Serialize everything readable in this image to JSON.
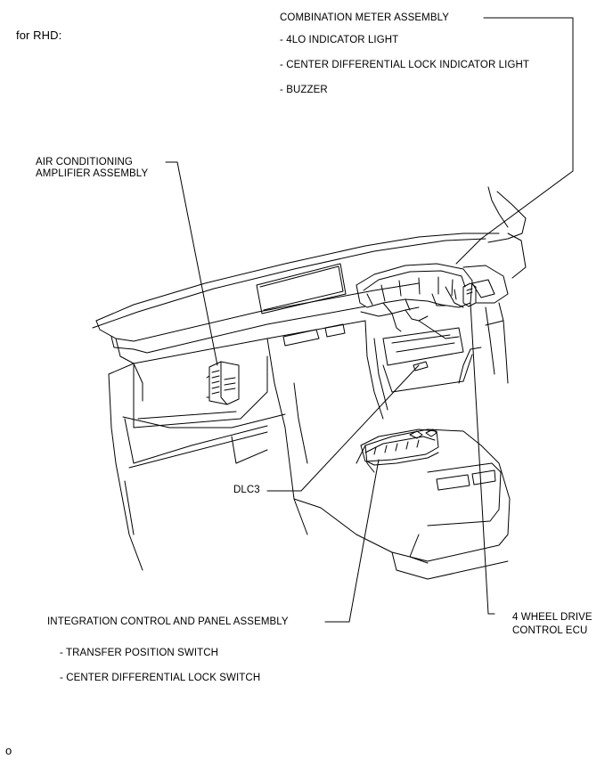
{
  "header": {
    "variant": "for RHD:"
  },
  "labels": {
    "combination_meter": "COMBINATION METER ASSEMBLY",
    "meter_items": [
      "- 4LO INDICATOR LIGHT",
      "- CENTER DIFFERENTIAL LOCK INDICATOR LIGHT",
      "- BUZZER"
    ],
    "ac_amp_line1": "AIR CONDITIONING",
    "ac_amp_line2": "AMPLIFIER ASSEMBLY",
    "dlc3": "DLC3",
    "integration_panel": "INTEGRATION CONTROL AND PANEL ASSEMBLY",
    "panel_items": [
      "- TRANSFER POSITION SWITCH",
      "- CENTER DIFFERENTIAL LOCK SWITCH"
    ],
    "ecu_line1": "4 WHEEL DRIVE",
    "ecu_line2": "CONTROL ECU"
  },
  "footer": {
    "code": "o"
  },
  "colors": {
    "line": "#000000",
    "background": "#ffffff"
  }
}
